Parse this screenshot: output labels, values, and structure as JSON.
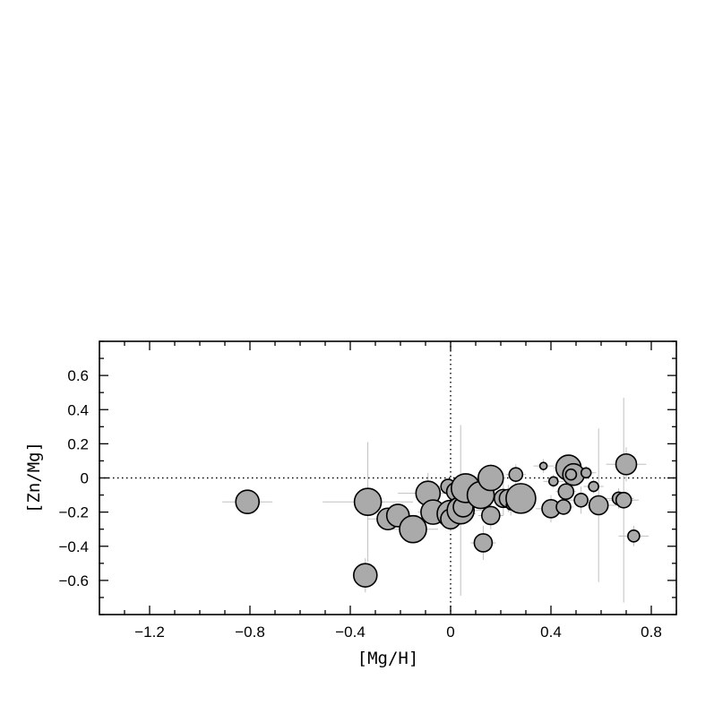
{
  "chart_data": {
    "type": "scatter",
    "xlabel": "[Mg/H]",
    "ylabel": "[Zn/Mg]",
    "xlim": [
      -1.4,
      0.9
    ],
    "ylim": [
      -0.8,
      0.8
    ],
    "x_ticks": [
      -1.2,
      -0.8,
      -0.4,
      0,
      0.4,
      0.8
    ],
    "x_tick_labels": [
      "−1.2",
      "−0.8",
      "−0.4",
      "0",
      "0.4",
      "0.8"
    ],
    "y_ticks": [
      -0.6,
      -0.4,
      -0.2,
      0,
      0.2,
      0.4,
      0.6
    ],
    "y_tick_labels": [
      "−0.6",
      "−0.4",
      "−0.2",
      "0",
      "0.2",
      "0.4",
      "0.6"
    ],
    "reference_lines": {
      "x": 0,
      "y": 0,
      "style": "dotted"
    },
    "marker": {
      "fill": "#aaaaaa",
      "stroke": "#000000",
      "errorbar_color": "#c0c0c0"
    },
    "grid": false,
    "legend": "none",
    "points": [
      {
        "x": -0.81,
        "y": -0.14,
        "size": 1.1,
        "xerr": 0.1,
        "yerr": 0.06
      },
      {
        "x": -0.33,
        "y": -0.14,
        "size": 1.3,
        "xerr": 0.18,
        "yerr": 0.35
      },
      {
        "x": -0.34,
        "y": -0.57,
        "size": 1.1,
        "xerr": 0.05,
        "yerr": 0.1
      },
      {
        "x": -0.25,
        "y": -0.24,
        "size": 1.0,
        "xerr": 0.08,
        "yerr": 0.06
      },
      {
        "x": -0.21,
        "y": -0.22,
        "size": 1.05,
        "xerr": 0.08,
        "yerr": 0.06
      },
      {
        "x": -0.15,
        "y": -0.3,
        "size": 1.3,
        "xerr": 0.1,
        "yerr": 0.08
      },
      {
        "x": -0.09,
        "y": -0.09,
        "size": 1.15,
        "xerr": 0.12,
        "yerr": 0.12
      },
      {
        "x": -0.07,
        "y": -0.2,
        "size": 1.15,
        "xerr": 0.06,
        "yerr": 0.06
      },
      {
        "x": -0.01,
        "y": -0.05,
        "size": 0.6,
        "xerr": 0.04,
        "yerr": 0.04
      },
      {
        "x": 0.0,
        "y": -0.21,
        "size": 1.3,
        "xerr": 0.1,
        "yerr": 0.1
      },
      {
        "x": 0.0,
        "y": -0.24,
        "size": 0.9,
        "xerr": 0.05,
        "yerr": 0.05
      },
      {
        "x": 0.02,
        "y": -0.08,
        "size": 0.8,
        "xerr": 0.05,
        "yerr": 0.05
      },
      {
        "x": 0.04,
        "y": -0.19,
        "size": 1.3,
        "xerr": 0.12,
        "yerr": 0.5
      },
      {
        "x": 0.05,
        "y": -0.17,
        "size": 0.9,
        "xerr": 0.05,
        "yerr": 0.06
      },
      {
        "x": 0.06,
        "y": -0.06,
        "size": 1.4,
        "xerr": 0.1,
        "yerr": 0.06
      },
      {
        "x": 0.12,
        "y": -0.1,
        "size": 1.3,
        "xerr": 0.06,
        "yerr": 0.06
      },
      {
        "x": 0.13,
        "y": -0.38,
        "size": 0.8,
        "xerr": 0.05,
        "yerr": 0.1
      },
      {
        "x": 0.16,
        "y": 0.0,
        "size": 1.2,
        "xerr": 0.06,
        "yerr": 0.08
      },
      {
        "x": 0.16,
        "y": -0.22,
        "size": 0.8,
        "xerr": 0.05,
        "yerr": 0.08
      },
      {
        "x": 0.21,
        "y": -0.12,
        "size": 0.8,
        "xerr": 0.05,
        "yerr": 0.1
      },
      {
        "x": 0.23,
        "y": -0.12,
        "size": 0.8,
        "xerr": 0.05,
        "yerr": 0.08
      },
      {
        "x": 0.24,
        "y": -0.16,
        "size": 0.3,
        "xerr": 0.06,
        "yerr": 0.06
      },
      {
        "x": 0.26,
        "y": 0.02,
        "size": 0.55,
        "xerr": 0.04,
        "yerr": 0.06
      },
      {
        "x": 0.28,
        "y": -0.12,
        "size": 1.45,
        "xerr": 0.06,
        "yerr": 0.06
      },
      {
        "x": 0.37,
        "y": 0.07,
        "size": 0.2,
        "xerr": 0.04,
        "yerr": 0.04
      },
      {
        "x": 0.4,
        "y": -0.18,
        "size": 0.8,
        "xerr": 0.06,
        "yerr": 0.08
      },
      {
        "x": 0.41,
        "y": -0.02,
        "size": 0.3,
        "xerr": 0.04,
        "yerr": 0.04
      },
      {
        "x": 0.45,
        "y": -0.17,
        "size": 0.6,
        "xerr": 0.04,
        "yerr": 0.04
      },
      {
        "x": 0.46,
        "y": -0.08,
        "size": 0.65,
        "xerr": 0.04,
        "yerr": 0.06
      },
      {
        "x": 0.47,
        "y": 0.06,
        "size": 1.2,
        "xerr": 0.06,
        "yerr": 0.06
      },
      {
        "x": 0.49,
        "y": 0.02,
        "size": 1.0,
        "xerr": 0.04,
        "yerr": 0.05
      },
      {
        "x": 0.48,
        "y": 0.02,
        "size": 0.4,
        "xerr": 0.04,
        "yerr": 0.04
      },
      {
        "x": 0.52,
        "y": -0.13,
        "size": 0.55,
        "xerr": 0.05,
        "yerr": 0.08
      },
      {
        "x": 0.54,
        "y": 0.03,
        "size": 0.35,
        "xerr": 0.04,
        "yerr": 0.04
      },
      {
        "x": 0.57,
        "y": -0.05,
        "size": 0.35,
        "xerr": 0.04,
        "yerr": 0.04
      },
      {
        "x": 0.59,
        "y": -0.16,
        "size": 0.85,
        "xerr": 0.08,
        "yerr": 0.45
      },
      {
        "x": 0.67,
        "y": -0.12,
        "size": 0.5,
        "xerr": 0.06,
        "yerr": 0.06
      },
      {
        "x": 0.69,
        "y": -0.13,
        "size": 0.65,
        "xerr": 0.06,
        "yerr": 0.6
      },
      {
        "x": 0.7,
        "y": 0.08,
        "size": 0.95,
        "xerr": 0.08,
        "yerr": 0.1
      },
      {
        "x": 0.73,
        "y": -0.34,
        "size": 0.45,
        "xerr": 0.06,
        "yerr": 0.06
      }
    ]
  }
}
